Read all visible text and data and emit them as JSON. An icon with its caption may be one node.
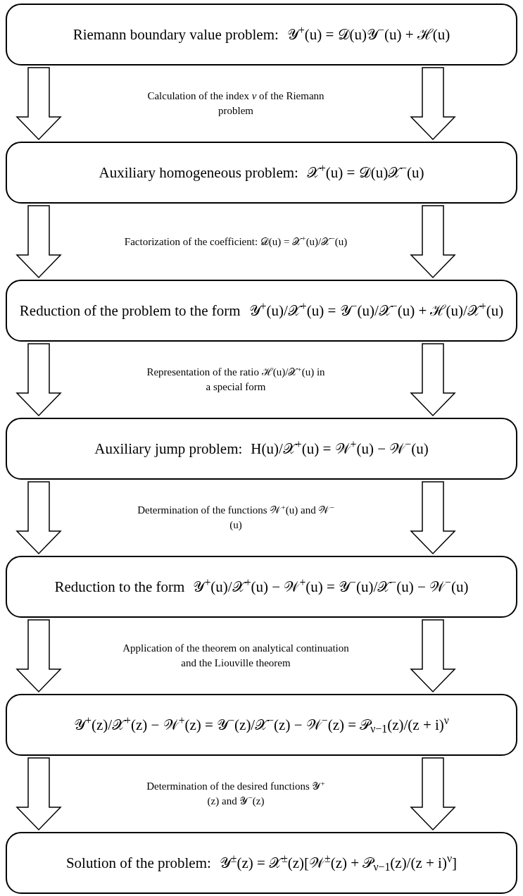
{
  "diagram": {
    "nodes": [
      {
        "text": [
          "Riemann boundary value problem:",
          "𝒴$^{+}$(u) = 𝒟(u)𝒴$^{−}$(u) + ℋ(u)"
        ]
      },
      {
        "text": [
          "Auxiliary homogeneous problem:",
          "𝒳$^{+}$(u) = 𝒟(u)𝒳$^{−}$(u)"
        ]
      },
      {
        "text": [
          "Reduction of the problem to the form",
          "𝒴$^{+}$(u)/𝒳$^{+}$(u) = 𝒴$^{−}$(u)/𝒳$^{−}$(u) + ℋ(u)/𝒳$^{+}$(u)"
        ]
      },
      {
        "text": [
          "Auxiliary jump problem:",
          "H(u)/𝒳$^{+}$(u) = 𝒲$^{+}$(u) − 𝒲$^{−}$(u)"
        ]
      },
      {
        "text": [
          "Reduction to the form",
          "𝒴$^{+}$(u)/𝒳$^{+}$(u) − 𝒲$^{+}$(u) = 𝒴$^{−}$(u)/𝒳$^{−}$(u) − 𝒲$^{−}$(u)"
        ]
      },
      {
        "text": [
          "𝒴$^{+}$(z)/𝒳$^{+}$(z) − 𝒲$^{+}$(z) = 𝒴$^{−}$(z)/𝒳$^{−}$(z) − 𝒲$^{−}$(z) = 𝒫$_{ν−1}$(z)/(z + i)$^{ν}$"
        ]
      },
      {
        "text": [
          "Solution of the problem:",
          "𝒴$^{±}$(z) = 𝒳$^{±}$(z)[𝒲$^{±}$(z) + 𝒫$_{ν−1}$(z)/(z + i)$^{ν}$]"
        ]
      }
    ],
    "edges": [
      {
        "from": 0,
        "to": 1,
        "arrow": "to"
      },
      {
        "from": 0,
        "to": 1,
        "arrow": "to"
      },
      {
        "from": 1,
        "to": 2,
        "arrow": "to"
      },
      {
        "from": 1,
        "to": 2,
        "arrow": "to"
      },
      {
        "from": 2,
        "to": 3,
        "arrow": "to"
      },
      {
        "from": 2,
        "to": 3,
        "arrow": "to"
      },
      {
        "from": 3,
        "to": 4,
        "arrow": "to"
      },
      {
        "from": 3,
        "to": 4,
        "arrow": "to"
      },
      {
        "from": 4,
        "to": 5,
        "arrow": "to"
      },
      {
        "from": 4,
        "to": 5,
        "arrow": "to"
      },
      {
        "from": 5,
        "to": 6,
        "arrow": "to"
      },
      {
        "from": 5,
        "to": 6,
        "arrow": "to"
      }
    ],
    "labels": [
      "Calculation of the index *ν* of the Riemann problem",
      "Factorization of the coefficient: 𝒟(u) = 𝒳$^{+}$(u)/𝒳$^{−}$(u)",
      "Representation of the ratio ℋ(u)/𝒳$^{+}$(u) in a special form",
      "Determination of the functions 𝒲$^{+}$(u) and 𝒲$^{−}$(u)",
      "Application of the theorem on analytical continuation and the Liouville theorem",
      "Determination of the desired functions 𝒴$^{+}$(z) and 𝒴$^{−}$(z)"
    ]
  }
}
